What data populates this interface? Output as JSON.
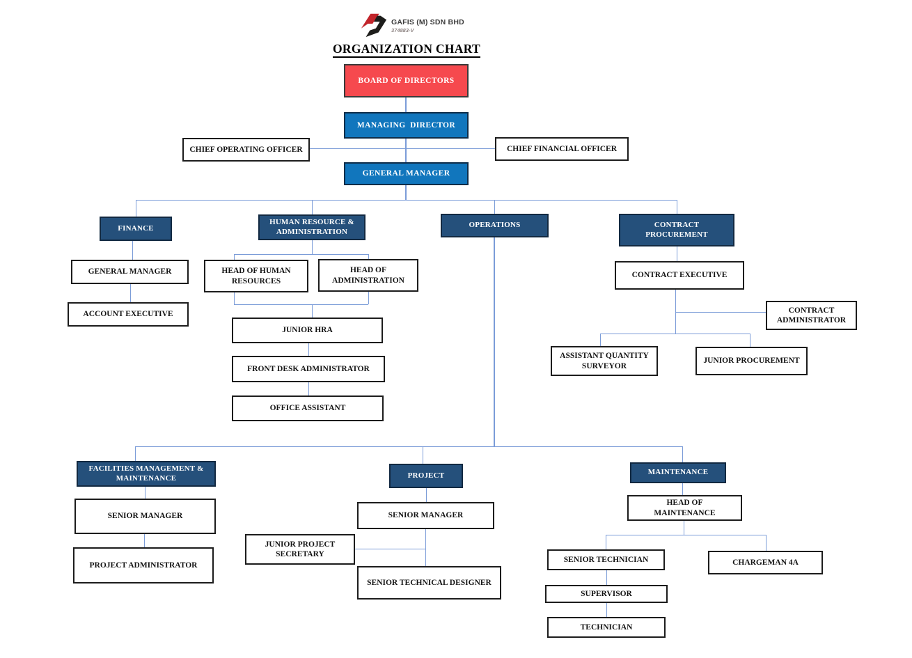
{
  "header": {
    "company_name": "GAFIS (M) SDN BHD",
    "registration_no": "374883-V",
    "title": "ORGANIZATION CHART"
  },
  "colors": {
    "board_fill": "#f6494e",
    "executive_fill": "#1176bd",
    "department_fill": "#25507b",
    "staff_fill": "#ffffff",
    "staff_border": "#1c1c1c",
    "connector": "#7b9cd8",
    "logo_red": "#c2252b",
    "logo_black": "#1d1d1b"
  },
  "nodes": {
    "board_of_directors": {
      "label": "BOARD OF DIRECTORS"
    },
    "managing_director": {
      "label": "MANAGING  DIRECTOR"
    },
    "chief_operating_officer": {
      "label": "CHIEF OPERATING OFFICER"
    },
    "chief_financial_officer": {
      "label": "CHIEF FINANCIAL OFFICER"
    },
    "general_manager": {
      "label": "GENERAL MANAGER"
    },
    "finance": {
      "label": "FINANCE"
    },
    "human_resource_admin": {
      "label": "HUMAN RESOURCE &\nADMINISTRATION"
    },
    "operations": {
      "label": "OPERATIONS"
    },
    "contract_procurement": {
      "label": "CONTRACT\nPROCUREMENT"
    },
    "finance_general_manager": {
      "label": "GENERAL MANAGER"
    },
    "account_executive": {
      "label": "ACCOUNT EXECUTIVE"
    },
    "head_of_human_resources": {
      "label": "HEAD OF HUMAN\nRESOURCES"
    },
    "head_of_administration": {
      "label": "HEAD OF\nADMINISTRATION"
    },
    "junior_hra": {
      "label": "JUNIOR HRA"
    },
    "front_desk_administrator": {
      "label": "FRONT DESK ADMINISTRATOR"
    },
    "office_assistant": {
      "label": "OFFICE ASSISTANT"
    },
    "contract_executive": {
      "label": "CONTRACT EXECUTIVE"
    },
    "contract_administrator": {
      "label": "CONTRACT\nADMINISTRATOR"
    },
    "assistant_quantity_surveyor": {
      "label": "ASSISTANT QUANTITY\nSURVEYOR"
    },
    "junior_procurement": {
      "label": "JUNIOR PROCUREMENT"
    },
    "facilities_management_maintenance": {
      "label": "FACILITIES MANAGEMENT &\nMAINTENANCE"
    },
    "facilities_senior_manager": {
      "label": "SENIOR MANAGER"
    },
    "project_administrator": {
      "label": "PROJECT ADMINISTRATOR"
    },
    "project": {
      "label": "PROJECT"
    },
    "project_senior_manager": {
      "label": "SENIOR MANAGER"
    },
    "junior_project_secretary": {
      "label": "JUNIOR PROJECT\nSECRETARY"
    },
    "senior_technical_designer": {
      "label": "SENIOR TECHNICAL DESIGNER"
    },
    "maintenance": {
      "label": "MAINTENANCE"
    },
    "head_of_maintenance": {
      "label": "HEAD OF\nMAINTENANCE"
    },
    "senior_technician": {
      "label": "SENIOR TECHNICIAN"
    },
    "chargeman_4a": {
      "label": "CHARGEMAN 4A"
    },
    "supervisor": {
      "label": "SUPERVISOR"
    },
    "technician": {
      "label": "TECHNICIAN"
    }
  },
  "edges": [
    [
      "board_of_directors",
      "managing_director"
    ],
    [
      "managing_director",
      "chief_operating_officer"
    ],
    [
      "managing_director",
      "chief_financial_officer"
    ],
    [
      "managing_director",
      "general_manager"
    ],
    [
      "general_manager",
      "finance"
    ],
    [
      "general_manager",
      "human_resource_admin"
    ],
    [
      "general_manager",
      "operations"
    ],
    [
      "general_manager",
      "contract_procurement"
    ],
    [
      "finance",
      "finance_general_manager"
    ],
    [
      "finance_general_manager",
      "account_executive"
    ],
    [
      "human_resource_admin",
      "head_of_human_resources"
    ],
    [
      "human_resource_admin",
      "head_of_administration"
    ],
    [
      "head_of_human_resources",
      "junior_hra"
    ],
    [
      "head_of_administration",
      "junior_hra"
    ],
    [
      "junior_hra",
      "front_desk_administrator"
    ],
    [
      "front_desk_administrator",
      "office_assistant"
    ],
    [
      "contract_procurement",
      "contract_executive"
    ],
    [
      "contract_executive",
      "contract_administrator"
    ],
    [
      "contract_executive",
      "assistant_quantity_surveyor"
    ],
    [
      "contract_executive",
      "junior_procurement"
    ],
    [
      "operations",
      "facilities_management_maintenance"
    ],
    [
      "operations",
      "project"
    ],
    [
      "operations",
      "maintenance"
    ],
    [
      "facilities_management_maintenance",
      "facilities_senior_manager"
    ],
    [
      "facilities_senior_manager",
      "project_administrator"
    ],
    [
      "project",
      "project_senior_manager"
    ],
    [
      "project_senior_manager",
      "junior_project_secretary"
    ],
    [
      "project_senior_manager",
      "senior_technical_designer"
    ],
    [
      "maintenance",
      "head_of_maintenance"
    ],
    [
      "head_of_maintenance",
      "senior_technician"
    ],
    [
      "head_of_maintenance",
      "chargeman_4a"
    ],
    [
      "senior_technician",
      "supervisor"
    ],
    [
      "supervisor",
      "technician"
    ]
  ]
}
